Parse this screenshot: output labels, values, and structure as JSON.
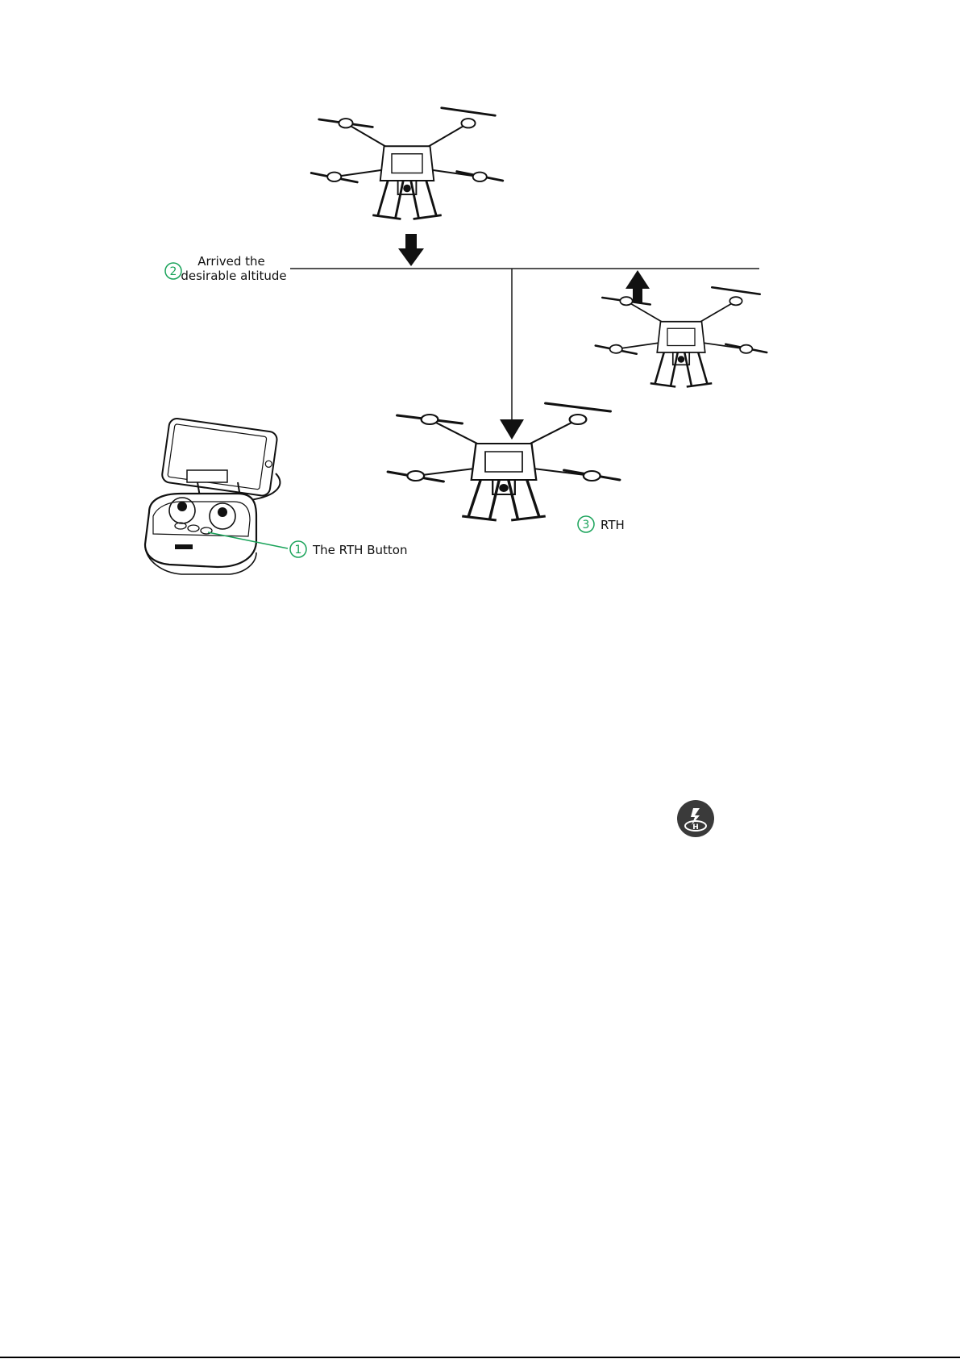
{
  "colors": {
    "accent_green": "#1aa35a",
    "line": "#1a1a1a",
    "icon_bg": "#3a3a3a"
  },
  "labels": {
    "step1_number": "1",
    "step1_text": "The RTH Button",
    "step2_number": "2",
    "step2_text_line1": "Arrived the",
    "step2_text_line2": "desirable altitude",
    "step3_number": "3",
    "step3_text": "RTH"
  },
  "icons": {
    "drone": "quadcopter-drone-icon",
    "controller": "remote-controller-icon",
    "rth_app": "return-to-home-icon"
  }
}
